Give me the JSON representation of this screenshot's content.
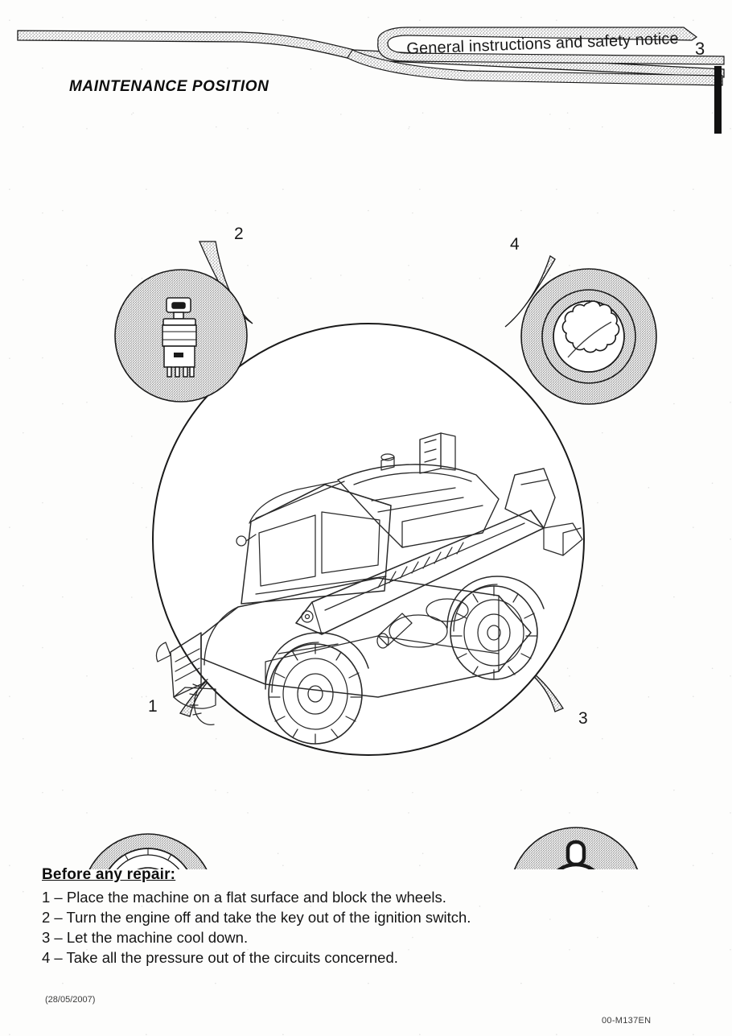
{
  "header": {
    "banner_text": "General instructions and safety notice",
    "page_number": "3",
    "section_title": "MAINTENANCE POSITION"
  },
  "diagram": {
    "main_subject": "telehandler-machine",
    "callouts": [
      {
        "number": "1",
        "icon": "wheel-chock-icon",
        "description": "Wheel blocked with chocks on flat ground"
      },
      {
        "number": "2",
        "icon": "ignition-switch-icon",
        "description": "Ignition switch with key"
      },
      {
        "number": "3",
        "icon": "coolant-temperature-icon",
        "description": "Machine cooled down"
      },
      {
        "number": "4",
        "icon": "hydraulic-pressure-release-icon",
        "description": "Pressure released from circuits"
      }
    ]
  },
  "instructions": {
    "heading": "Before any repair:",
    "items": [
      "1 – Place the machine on a flat surface and block the wheels.",
      "2 – Turn the engine off and take the key out of the ignition switch.",
      "3 – Let the machine cool down.",
      "4 – Take all the pressure out of the circuits concerned."
    ]
  },
  "footer": {
    "date": "(28/05/2007)",
    "document_code": "00-M137EN"
  },
  "colors": {
    "ink": "#111111",
    "paper": "#fdfdfc",
    "stipple": "#8a8a8a"
  }
}
